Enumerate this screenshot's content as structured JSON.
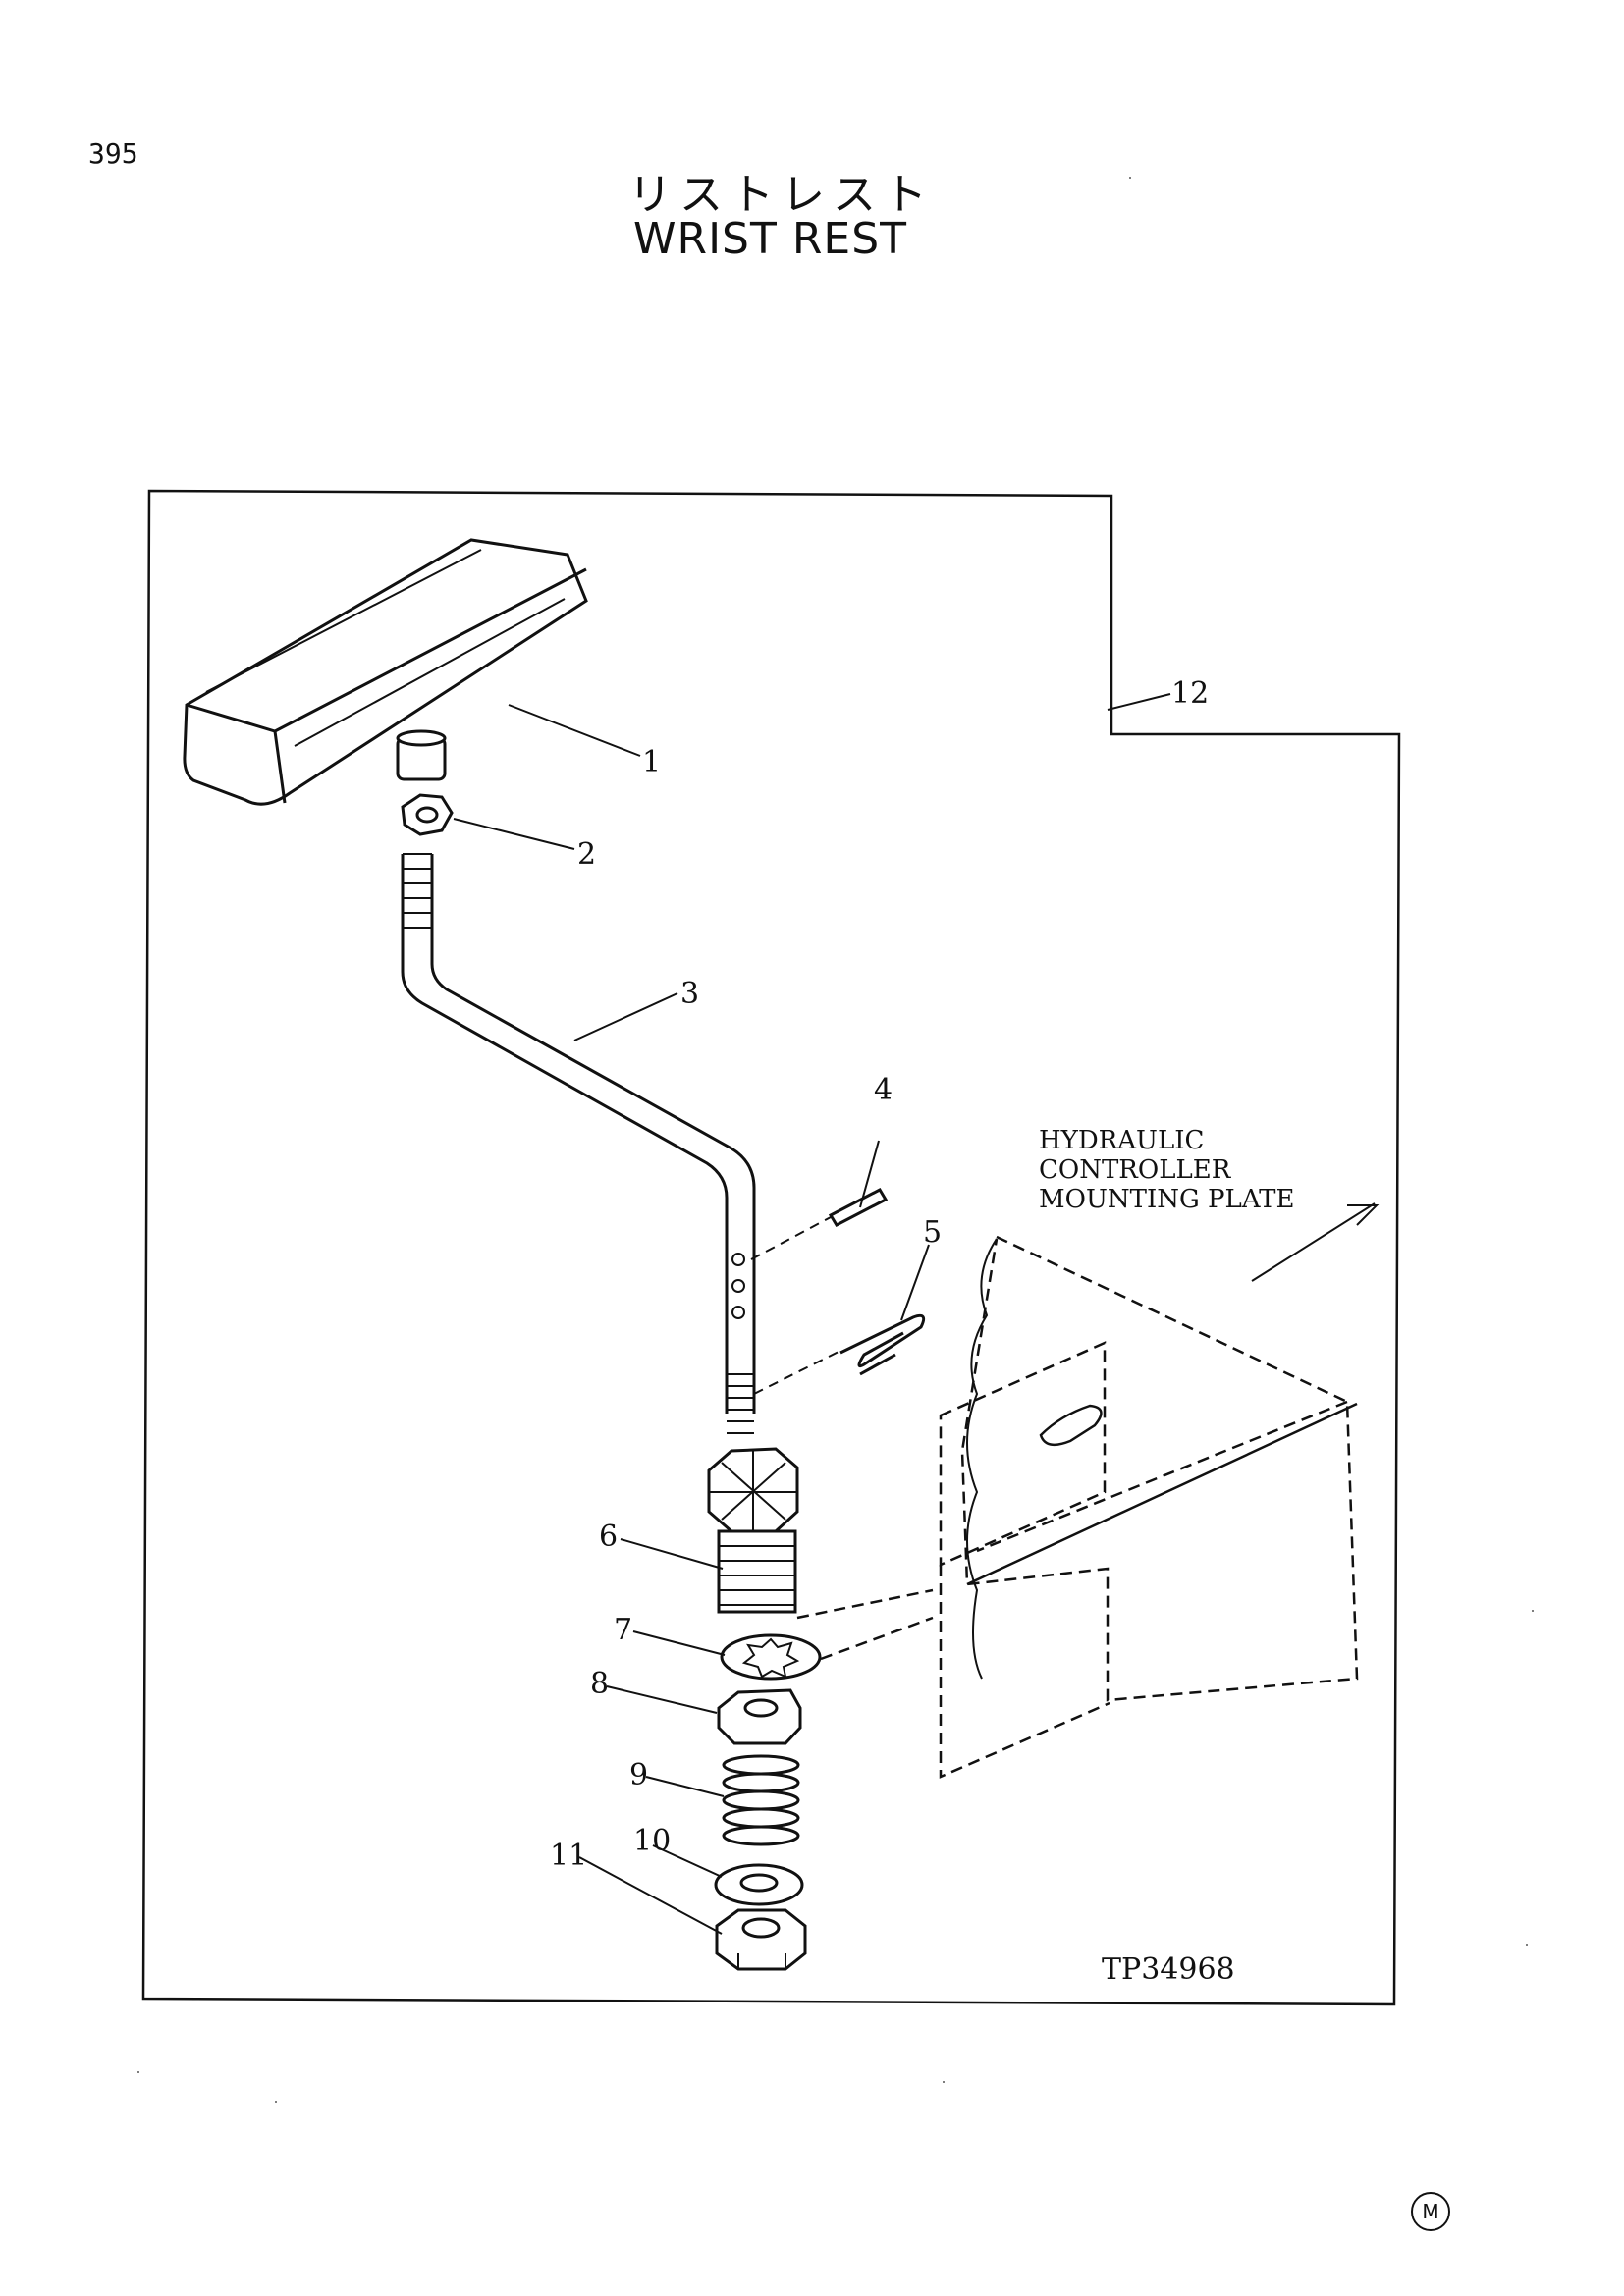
{
  "header": {
    "page_number": "395",
    "title_jp": "リストレスト",
    "title_en": "WRIST REST"
  },
  "diagram": {
    "callouts": [
      "1",
      "2",
      "3",
      "4",
      "5",
      "6",
      "7",
      "8",
      "9",
      "10",
      "11",
      "12"
    ],
    "plate_label": [
      "HYDRAULIC",
      "CONTROLLER",
      "MOUNTING PLATE"
    ],
    "drawing_number": "TP34968"
  },
  "footer": {
    "mark": "M"
  }
}
